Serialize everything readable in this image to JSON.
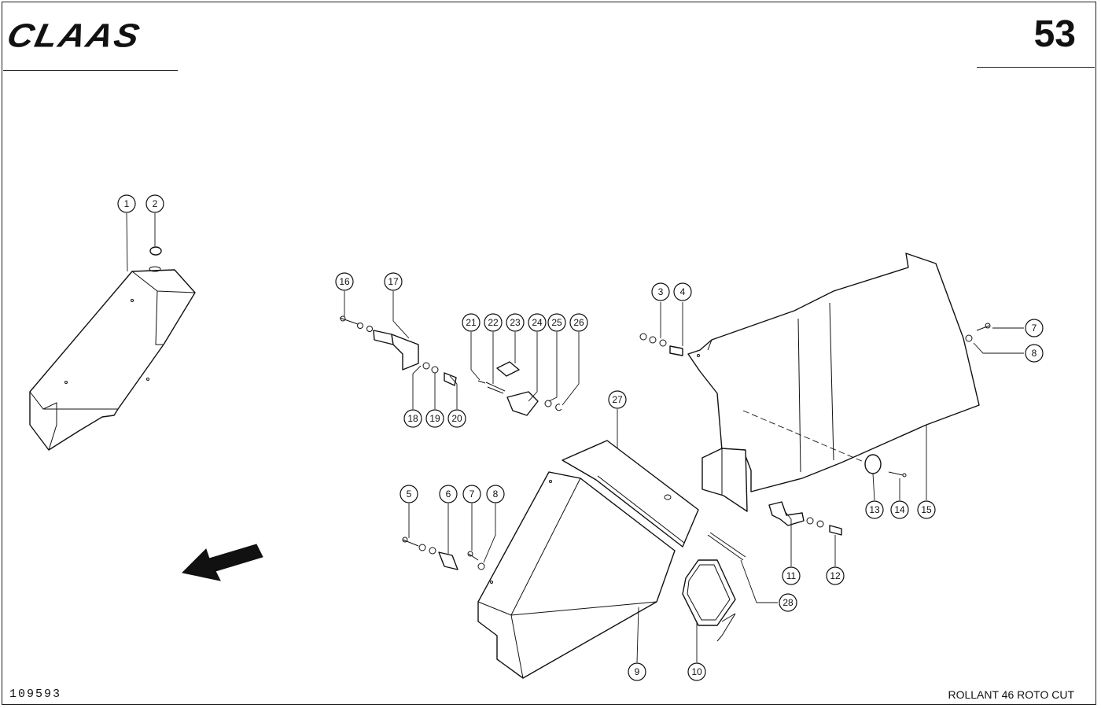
{
  "header": {
    "brand": "CLAAS",
    "page_number": "53"
  },
  "footer": {
    "drawing_number": "109593",
    "model": "ROLLANT 46 ROTO CUT"
  },
  "callouts": [
    "1",
    "2",
    "3",
    "4",
    "5",
    "6",
    "7",
    "8",
    "7",
    "8",
    "9",
    "10",
    "11",
    "12",
    "13",
    "14",
    "15",
    "16",
    "17",
    "18",
    "19",
    "20",
    "21",
    "22",
    "23",
    "24",
    "25",
    "26",
    "27",
    "28"
  ]
}
